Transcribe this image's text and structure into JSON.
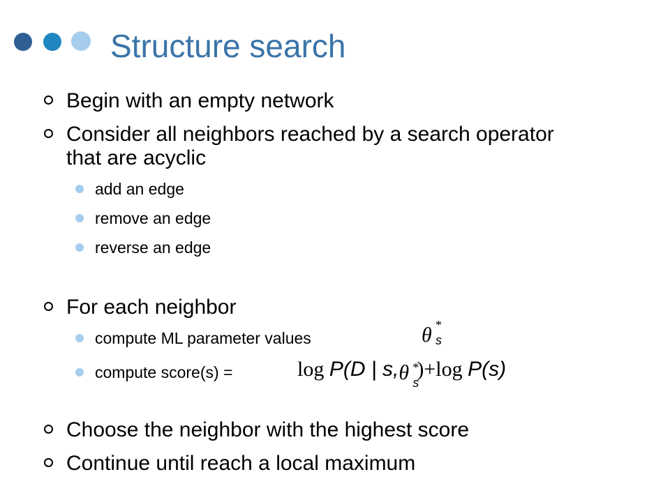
{
  "slide": {
    "title": "Structure search",
    "bullets": [
      {
        "text": "Begin with an empty network"
      },
      {
        "text_line1": "Consider all neighbors reached by a search operator",
        "text_line2": "that are acyclic",
        "subitems": [
          "add an edge",
          "remove an edge",
          "reverse an edge"
        ]
      },
      {
        "text": "For each neighbor",
        "subitems": [
          "compute ML parameter values",
          "compute score(s) ="
        ]
      },
      {
        "text": "Choose the neighbor with the highest score"
      },
      {
        "text": "Continue until reach a local maximum"
      }
    ],
    "math": {
      "theta": "θ",
      "star": "*",
      "sub_s": "s",
      "log1": "log",
      "P1": "P",
      "paren1": "(D | s,",
      "paren1_close": ")",
      "plus": "+",
      "log2": "log",
      "P2": "P",
      "paren2": "(s)"
    }
  },
  "colors": {
    "title": "#3a74a8",
    "dot_dark": "#2e5e94",
    "dot_mid": "#1f86c0",
    "dot_light": "#a6cdee",
    "sub_bullet": "#a6cdee"
  }
}
